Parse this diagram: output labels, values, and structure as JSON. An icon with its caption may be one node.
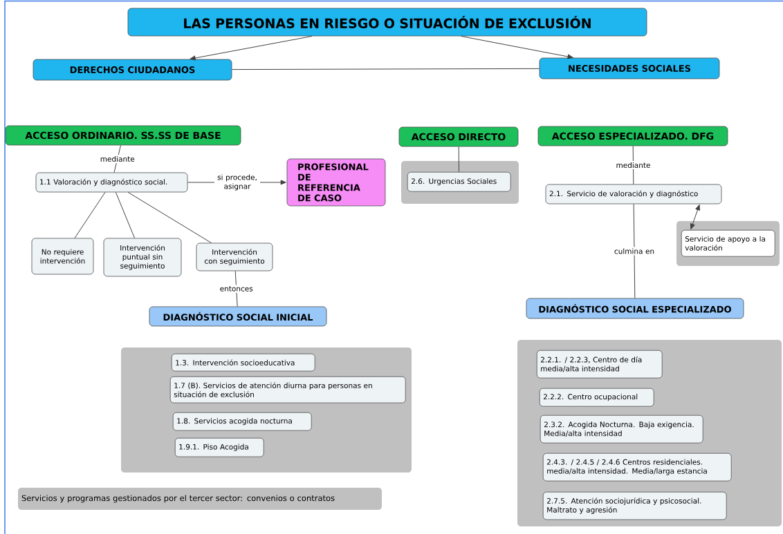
{
  "diagram": {
    "nodes": [
      {
        "text": [
          "LAS PERSONAS EN RIESGO O SITUACIÓN DE EXCLUSIÓN"
        ]
      },
      {
        "text": [
          "DERECHOS CIUDADANOS"
        ]
      },
      {
        "text": [
          "NECESIDADES SOCIALES"
        ]
      },
      {
        "text": [
          "ACCESO  ORDINARIO. SS.SS DE BASE"
        ]
      },
      {
        "text": [
          "ACCESO DIRECTO"
        ]
      },
      {
        "text": [
          "ACCESO ESPECIALIZADO. DFG"
        ]
      },
      {
        "text": [
          "1.1 Valoración y diagnóstico social."
        ]
      },
      {
        "text": [
          "PROFESIONAL DE REFERENCIA DE CASO"
        ]
      },
      {
        "text": [],
        "shape": "box"
      },
      {
        "text": [
          "2.6. Urgencias Sociales"
        ],
        "in": 8
      },
      {
        "text": [
          "2.1. Servicio de valoración y diagnóstico"
        ]
      },
      {
        "text": [],
        "shape": "box"
      },
      {
        "text": [
          "Servicio de apoyo a la valoración"
        ],
        "in": 11
      },
      {
        "text": [
          "No requiere intervención"
        ]
      },
      {
        "text": [
          "Intervención puntual sin seguimiento"
        ]
      },
      {
        "text": [
          "Intervención con seguimiento"
        ]
      },
      {
        "text": [
          "DIAGNÓSTICO SOCIAL INICIAL"
        ]
      },
      {
        "text": [
          "DIAGNÓSTICO SOCIAL ESPECIALIZADO"
        ]
      },
      {
        "text": [],
        "shape": "box"
      },
      {
        "text": [
          "1.3. Intervención socioeducativa"
        ],
        "in": 18
      },
      {
        "text": [
          "1.7 (B). Servicios de atención diurna para personas en situación de exclusión"
        ],
        "in": 18
      },
      {
        "text": [
          "1.8. Servicios acogida nocturna"
        ],
        "in": 18
      },
      {
        "text": [
          "1.9.1. Piso Acogida"
        ],
        "in": 18
      },
      {
        "text": [],
        "shape": "box"
      },
      {
        "text": [
          "2.2.1. / 2.2.3, Centro de día media/alta intensidad"
        ],
        "in": 23
      },
      {
        "text": [
          "2.2.2. Centro ocupacional"
        ],
        "in": 23
      },
      {
        "text": [
          "2.3.2. Acogida Nocturna. Baja exigencia. Media/alta intensidad"
        ],
        "in": 23
      },
      {
        "text": [
          "2.4.3. / 2.4.5 / 2.4.6 Centros residenciales. media/alta intensidad. Media/larga estancia"
        ],
        "in": 23
      },
      {
        "text": [
          "2.7.5. Atención sociojurídica y psicosocial. Maltrato y agresión"
        ],
        "in": 23
      },
      {
        "text": [
          "Servicios y programas gestionados por el tercer sector: convenios o contratos"
        ]
      }
    ],
    "edges": [
      {
        "from": 0,
        "to": 1,
        "arrow": "to"
      },
      {
        "from": 0,
        "to": 2,
        "arrow": "to"
      },
      {
        "from": 1,
        "to": 2,
        "arrow": "none"
      },
      {
        "from": 3,
        "to": 6,
        "arrow": "none",
        "label": "mediante"
      },
      {
        "from": 6,
        "to": 7,
        "arrow": "to",
        "label": "si procede, asignar"
      },
      {
        "from": 6,
        "to": 13,
        "arrow": "none"
      },
      {
        "from": 6,
        "to": 14,
        "arrow": "none"
      },
      {
        "from": 6,
        "to": 15,
        "arrow": "none"
      },
      {
        "from": 15,
        "to": 16,
        "arrow": "none",
        "label": "entonces"
      },
      {
        "from": 4,
        "to": 9,
        "arrow": "none"
      },
      {
        "from": 5,
        "to": 10,
        "arrow": "none",
        "label": "mediante"
      },
      {
        "from": 10,
        "to": 12,
        "arrow": "both"
      },
      {
        "from": 10,
        "to": 17,
        "arrow": "none",
        "label": "culmina en"
      }
    ]
  }
}
